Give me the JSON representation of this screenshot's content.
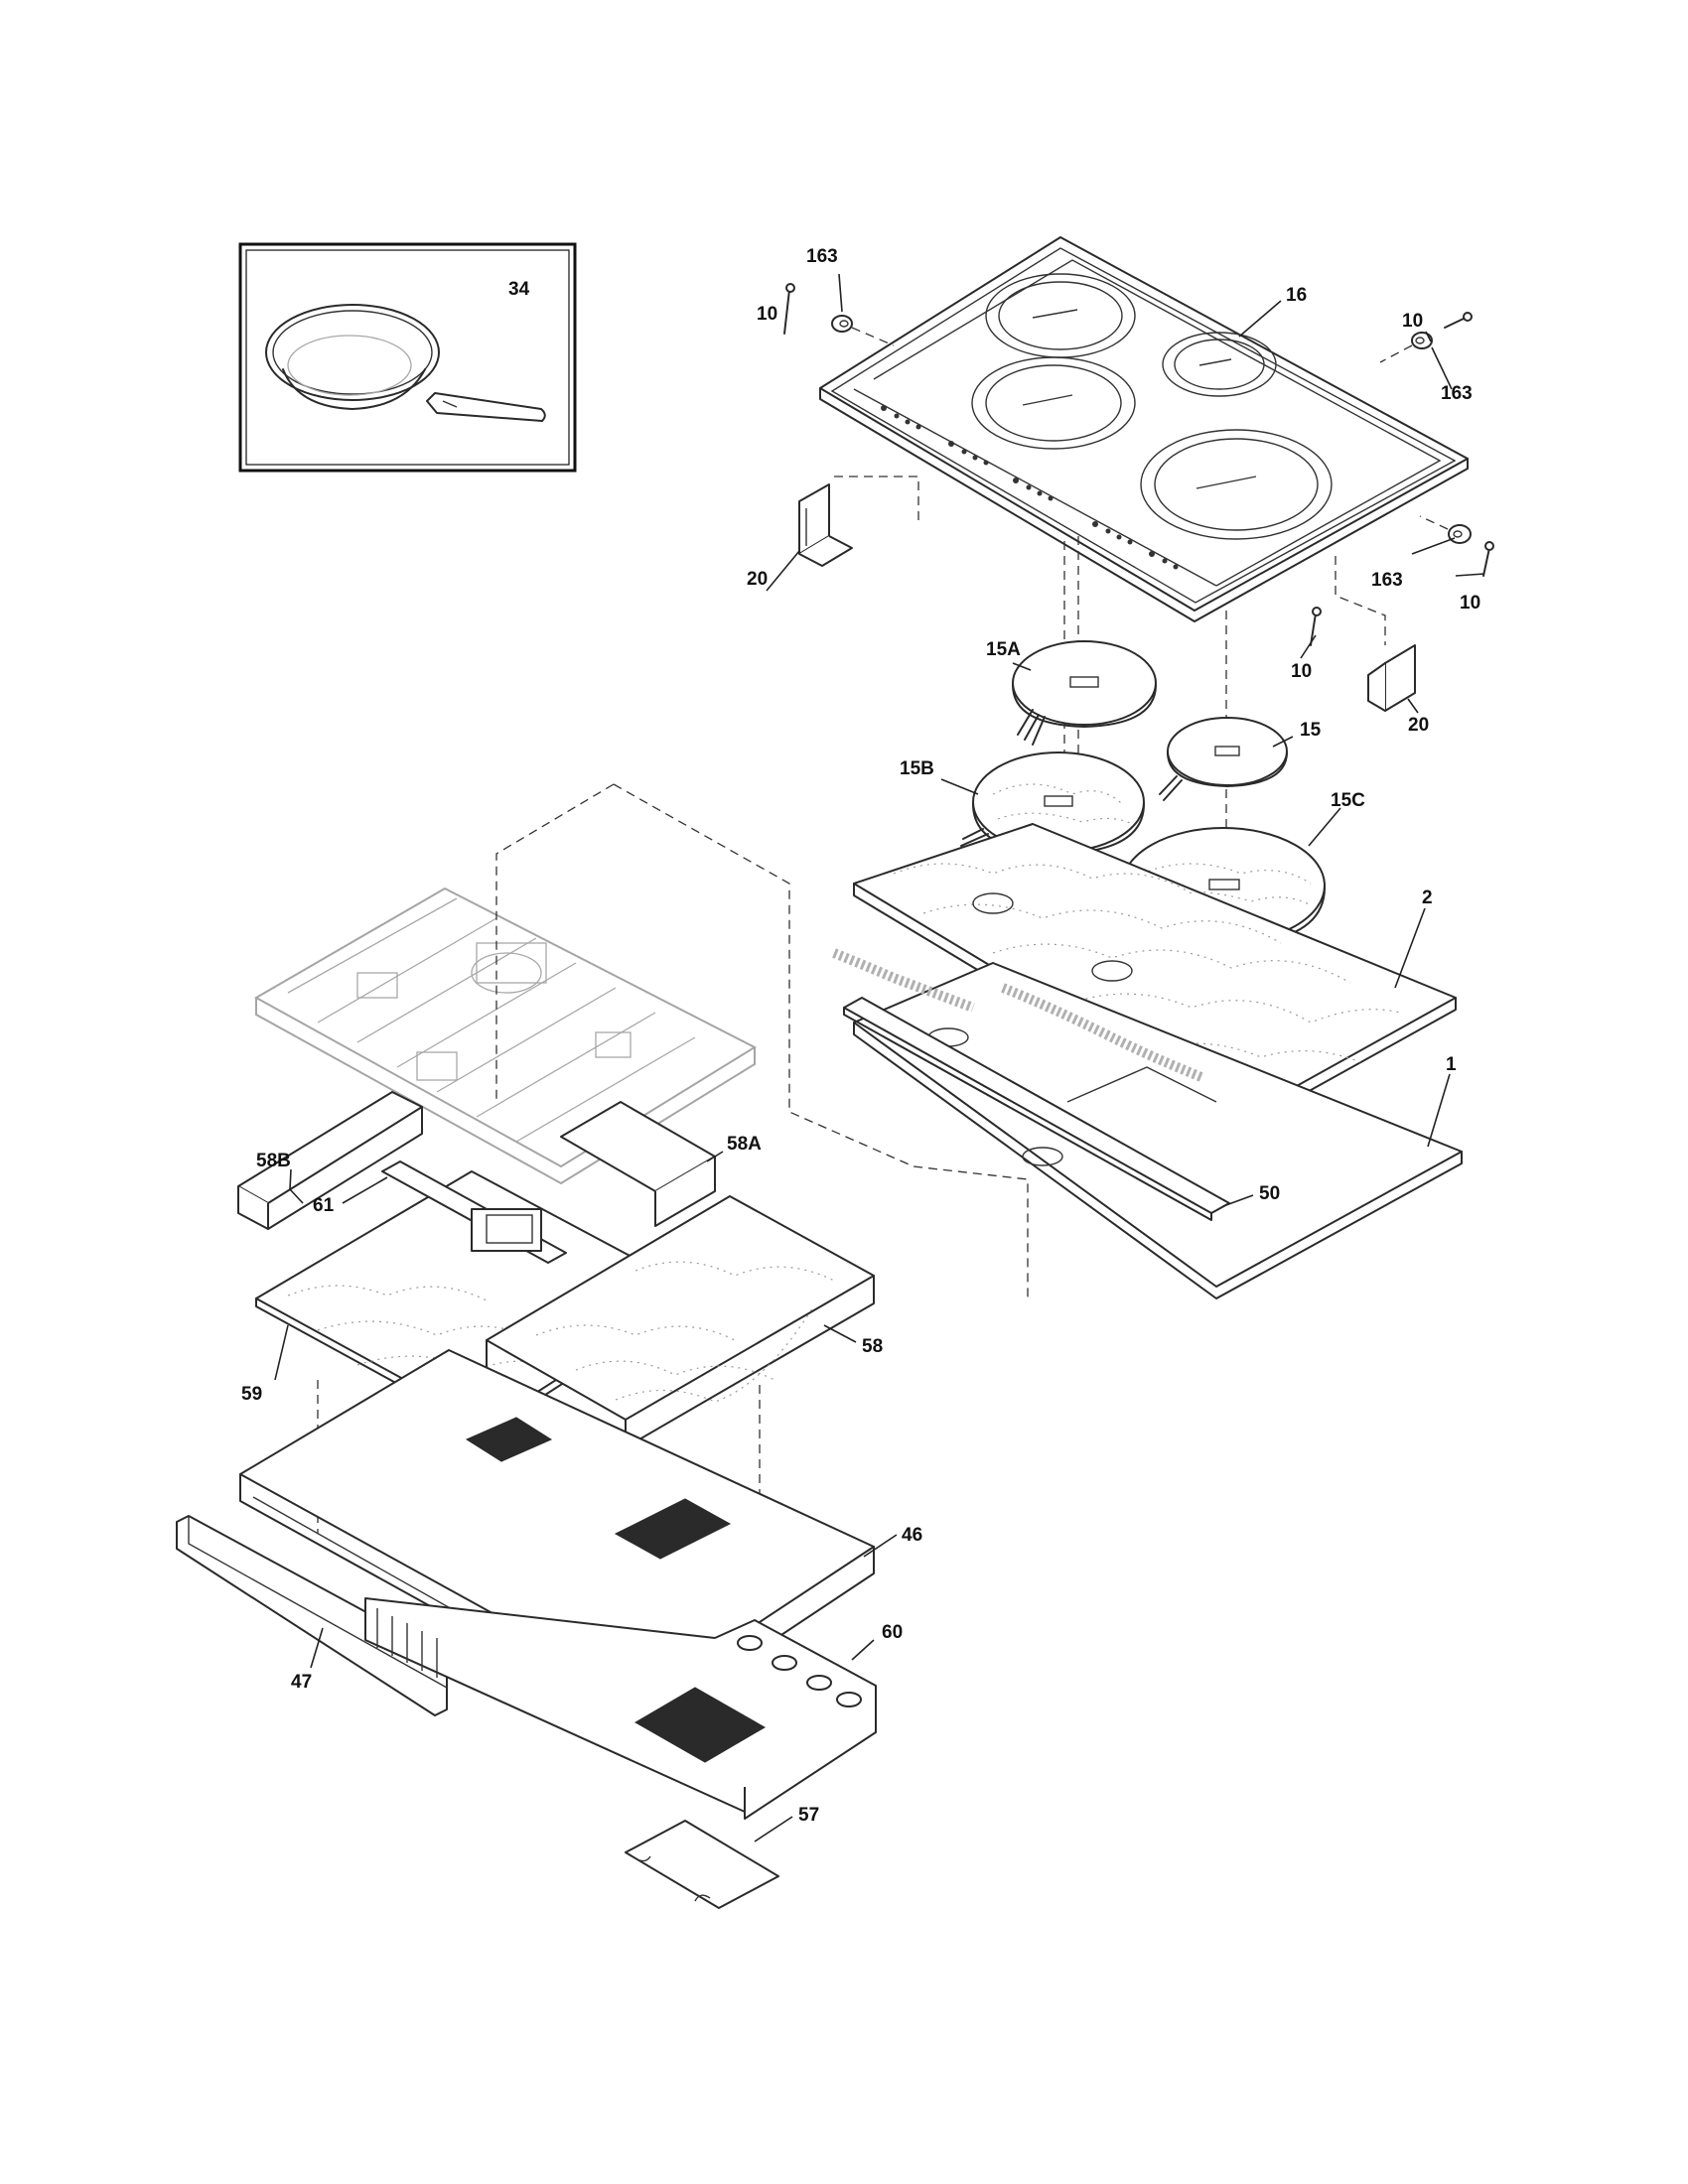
{
  "labels": {
    "p34": "34",
    "p163a": "163",
    "p10a": "10",
    "p16": "16",
    "p10b": "10",
    "p163b": "163",
    "p20a": "20",
    "p163c": "163",
    "p10c": "10",
    "p10d": "10",
    "p15A": "15A",
    "p20b": "20",
    "p15B": "15B",
    "p15": "15",
    "p15C": "15C",
    "p2": "2",
    "p58B": "58B",
    "p58A": "58A",
    "p1": "1",
    "p61": "61",
    "p50": "50",
    "p59": "59",
    "p58": "58",
    "p46": "46",
    "p60": "60",
    "p47": "47",
    "p57": "57"
  }
}
